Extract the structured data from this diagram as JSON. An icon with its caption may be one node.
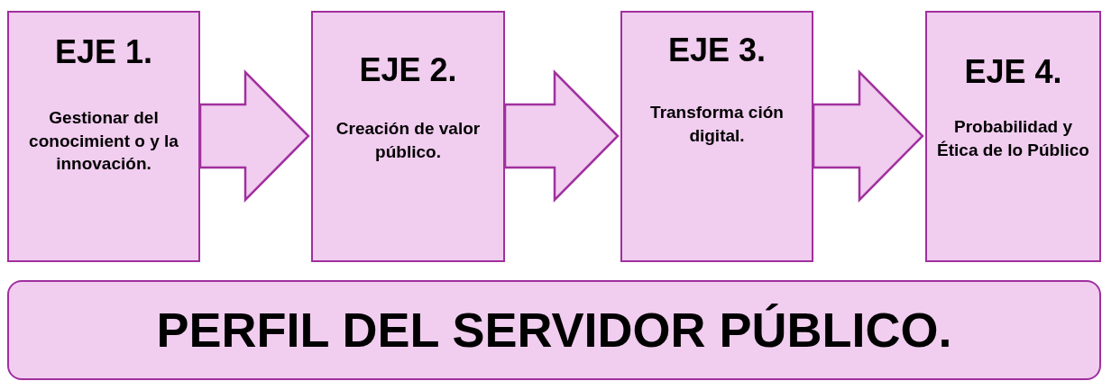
{
  "diagram": {
    "nodes": [
      {
        "text": [
          "EJE 1.",
          "Gestionar del conocimient o y la innovación."
        ]
      },
      {
        "text": [
          "EJE 2.",
          "Creación de valor público."
        ]
      },
      {
        "text": [
          "EJE 3.",
          "Transforma ción digital."
        ]
      },
      {
        "text": [
          "EJE 4.",
          "Probabilidad y Ética de lo Público"
        ]
      },
      {
        "text": [
          "PERFIL DEL SERVIDOR PÚBLICO."
        ]
      }
    ],
    "edges": [
      {
        "from": 0,
        "to": 1,
        "arrow": "to"
      },
      {
        "from": 1,
        "to": 2,
        "arrow": "to"
      },
      {
        "from": 2,
        "to": 3,
        "arrow": "to"
      }
    ]
  }
}
